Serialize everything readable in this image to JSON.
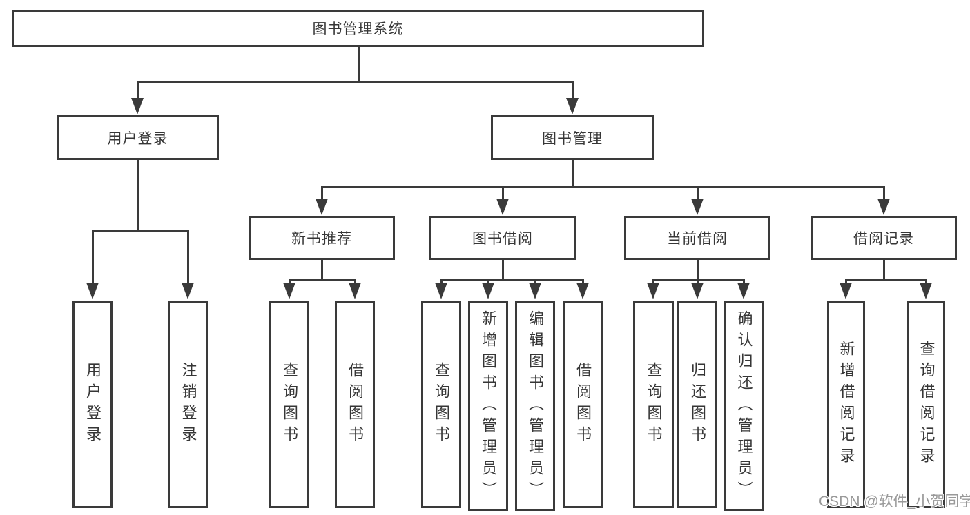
{
  "diagram": {
    "title_node": "图书管理系统",
    "nodes": {
      "root": "图书管理系统",
      "user_login": "用户登录",
      "book_mgmt": "图书管理",
      "new_books": "新书推荐",
      "book_borrow": "图书借阅",
      "current_borrow": "当前借阅",
      "borrow_records": "借阅记录",
      "leaf_user_login": "用户登录",
      "leaf_logout": "注销登录",
      "leaf_nb_query": "查询图书",
      "leaf_nb_borrow": "借阅图书",
      "leaf_bb_query": "查询图书",
      "leaf_bb_add": "新增图书（管理员）",
      "leaf_bb_edit": "编辑图书（管理员）",
      "leaf_bb_borrow": "借阅图书",
      "leaf_cb_query": "查询图书",
      "leaf_cb_return": "归还图书",
      "leaf_cb_confirm": "确认归还（管理员）",
      "leaf_rec_add": "新增借阅记录",
      "leaf_rec_query": "查询借阅记录"
    }
  },
  "watermark": {
    "text": "CSDN @软件_小贺同学"
  },
  "colors": {
    "line": "#3a3a3a",
    "box_border": "#3a3a3a",
    "text": "#363636",
    "watermark": "#949494",
    "background": "#ffffff"
  }
}
